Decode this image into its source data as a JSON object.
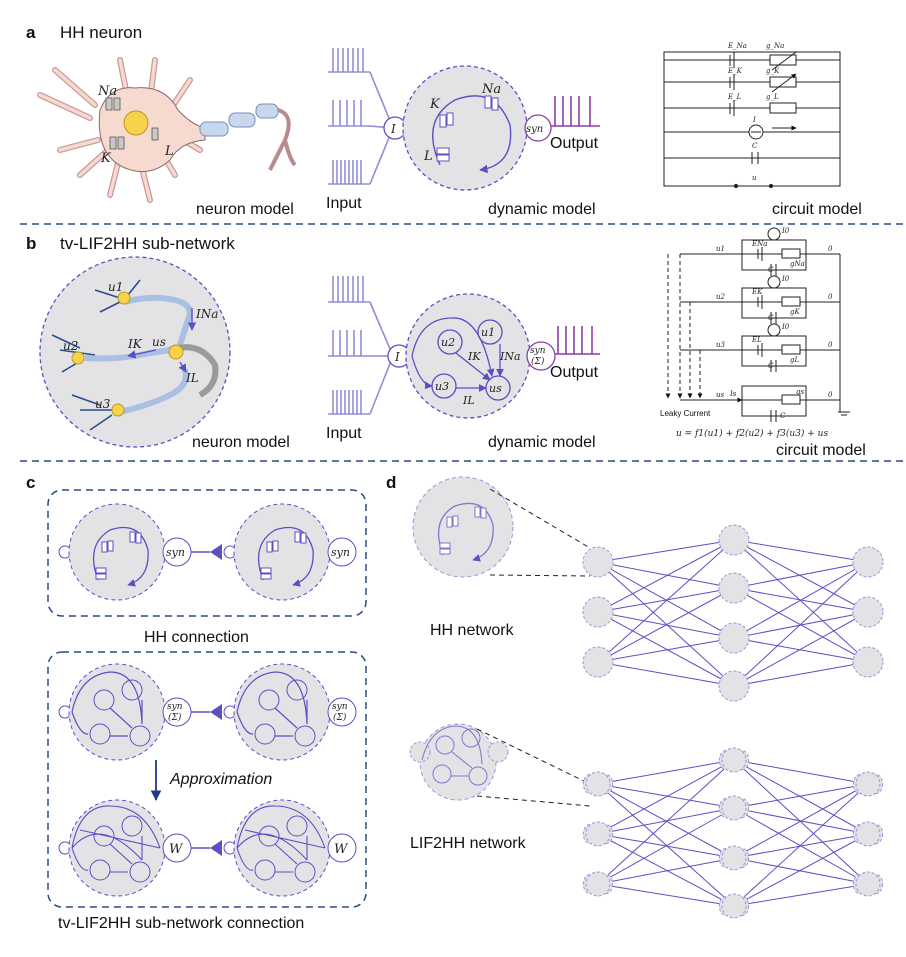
{
  "panels": {
    "a": {
      "letter": "a",
      "title": "HH neuron",
      "neuron_caption": "neuron model",
      "input_label": "Input",
      "output_label": "Output",
      "dynamic_caption": "dynamic model",
      "circuit_caption": "circuit model",
      "ion_na": "Na",
      "ion_k": "K",
      "ion_l": "L",
      "current_i": "I",
      "syn": "syn",
      "circuit": {
        "e_na": "E_Na",
        "g_na": "g_Na",
        "e_k": "E_K",
        "g_k": "g_K",
        "e_l": "E_L",
        "g_l": "g_L",
        "i": "I",
        "c": "C",
        "u": "u"
      }
    },
    "b": {
      "letter": "b",
      "title": "tv-LIF2HH sub-network",
      "neuron_caption": "neuron model",
      "input_label": "Input",
      "output_label": "Output",
      "dynamic_caption": "dynamic model",
      "circuit_caption": "circuit model",
      "u1": "u1",
      "u2": "u2",
      "u3": "u3",
      "us": "us",
      "ik": "IK",
      "ina": "INa",
      "il": "IL",
      "current_i": "I",
      "syn": "syn",
      "sigma": "(Σ)",
      "leaky": "Leaky Current",
      "equation": "u = f1(u1) + f2(u2) + f3(u3) + us",
      "circuit": {
        "u1": "u1",
        "u2": "u2",
        "u3": "u3",
        "us": "us",
        "zero": "0",
        "i0": "I0",
        "ena": "ENa",
        "gna": "gNa",
        "ek": "EK",
        "gk": "gK",
        "el": "EL",
        "gl": "gL",
        "is": "Is",
        "gs": "gs",
        "c": "C"
      }
    },
    "c": {
      "letter": "c",
      "hh_caption": "HH connection",
      "approx": "Approximation",
      "sub_caption": "tv-LIF2HH sub-network connection",
      "syn": "syn",
      "sigma": "(Σ)",
      "w": "W"
    },
    "d": {
      "letter": "d",
      "hh_caption": "HH network",
      "lif_caption": "LIF2HH network"
    }
  },
  "colors": {
    "accent": "#5b4fc4",
    "output": "#8a3fa8",
    "input": "#8d8fd6",
    "node_fill": "#e3e3e6",
    "dash": "#2c4a86"
  }
}
